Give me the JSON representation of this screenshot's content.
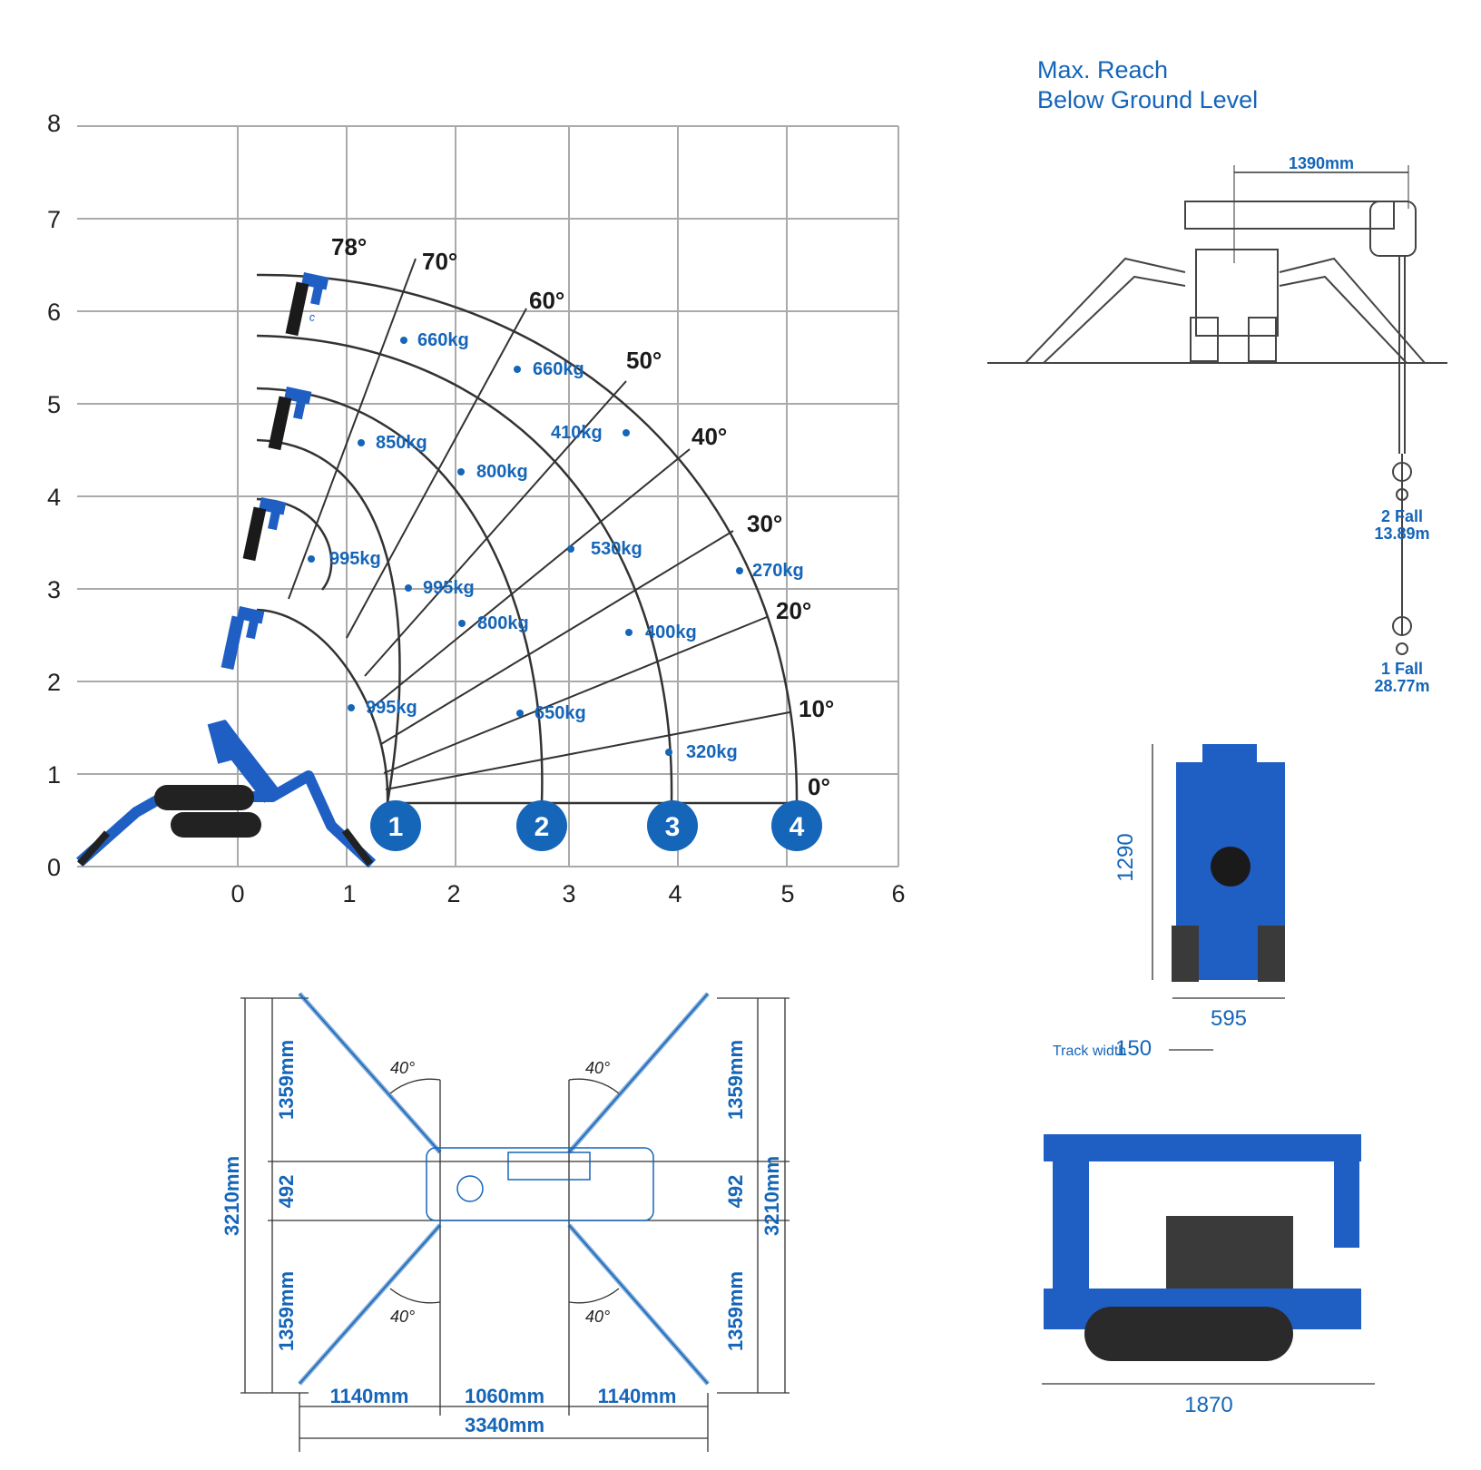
{
  "load_chart": {
    "x_ticks": [
      "0",
      "1",
      "2",
      "3",
      "4",
      "5",
      "6"
    ],
    "y_ticks": [
      "0",
      "1",
      "2",
      "3",
      "4",
      "5",
      "6",
      "7",
      "8"
    ],
    "angles": [
      "78°",
      "70°",
      "60°",
      "50°",
      "40°",
      "30°",
      "20°",
      "10°",
      "0°"
    ],
    "radius_markers": [
      "1",
      "2",
      "3",
      "4"
    ],
    "loads": [
      "660kg",
      "660kg",
      "850kg",
      "800kg",
      "410kg",
      "995kg",
      "995kg",
      "530kg",
      "270kg",
      "800kg",
      "400kg",
      "995kg",
      "650kg",
      "320kg"
    ]
  },
  "reach_below": {
    "title_line1": "Max. Reach",
    "title_line2": "Below Ground Level",
    "boom_offset": "1390mm",
    "fall2_label": "2 Fall",
    "fall2_value": "13.89m",
    "fall1_label": "1 Fall",
    "fall1_value": "28.77m"
  },
  "footprint": {
    "angle_label": "40°",
    "left_total": "3210mm",
    "right_total": "3210mm",
    "upper_left": "1359mm",
    "center_left": "492",
    "lower_left": "1359mm",
    "upper_right": "1359mm",
    "center_right": "492",
    "lower_right": "1359mm",
    "bottom_left": "1140mm",
    "bottom_center": "1060mm",
    "bottom_right": "1140mm",
    "bottom_total": "3340mm"
  },
  "front_view": {
    "height": "1290",
    "width": "595",
    "track_label": "Track width",
    "track_value": "150"
  },
  "side_view": {
    "length": "1870"
  },
  "colors": {
    "brand_blue": "#1565b8",
    "machine_blue": "#1f5fc4",
    "grid": "#aaaaaa"
  }
}
